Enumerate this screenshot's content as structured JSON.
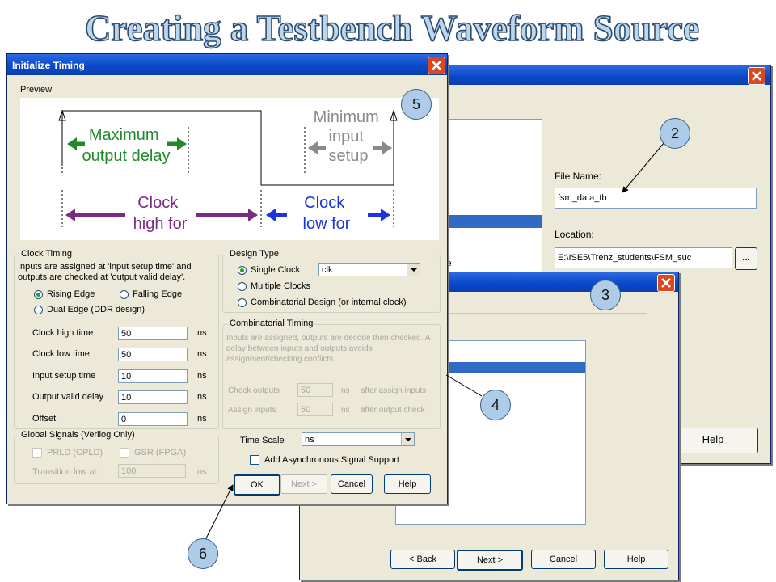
{
  "slide_title": "Creating a Testbench Waveform Source",
  "callouts": [
    "2",
    "3",
    "4",
    "5",
    "6"
  ],
  "back_window": {
    "file_name_label": "File Name:",
    "file_name_value": "fsm_data_tb",
    "location_label": "Location:",
    "location_value": "E:\\ISE5\\Trenz_students\\FSM_suc",
    "browse_label": "...",
    "list_fragment": "le",
    "help_label": "Help"
  },
  "middle_window": {
    "back_label": "< Back",
    "next_label": "Next >",
    "cancel_label": "Cancel",
    "help_label": "Help"
  },
  "init_timing": {
    "title": "Initialize Timing",
    "preview_label": "Preview",
    "preview": {
      "max_output_delay": "Maximum\noutput delay",
      "min_input_setup": "Minimum\ninput\nsetup",
      "clock_high_for": "Clock\nhigh for",
      "clock_low_for": "Clock\nlow for"
    },
    "clock_timing": {
      "group_title": "Clock Timing",
      "description": "Inputs are assigned at 'input setup time' and outputs are checked at 'output valid delay'.",
      "rising_edge": "Rising Edge",
      "falling_edge": "Falling Edge",
      "dual_edge": "Dual Edge (DDR design)",
      "fields": [
        {
          "label": "Clock high time",
          "value": "50",
          "unit": "ns"
        },
        {
          "label": "Clock low time",
          "value": "50",
          "unit": "ns"
        },
        {
          "label": "Input setup time",
          "value": "10",
          "unit": "ns"
        },
        {
          "label": "Output valid delay",
          "value": "10",
          "unit": "ns"
        },
        {
          "label": "Offset",
          "value": "0",
          "unit": "ns"
        }
      ]
    },
    "global_signals": {
      "group_title": "Global Signals (Verilog Only)",
      "prld": "PRLD (CPLD)",
      "gsr": "GSR (FPGA)",
      "transition_label": "Transition low at:",
      "transition_value": "100",
      "transition_unit": "ns"
    },
    "design_type": {
      "group_title": "Design Type",
      "single_clock": "Single Clock",
      "clock_select": "clk",
      "multiple_clocks": "Multiple Clocks",
      "combinatorial": "Combinatorial Design (or internal clock)"
    },
    "combinatorial_timing": {
      "group_title": "Combinatorial Timing",
      "description": "Inputs are assigned, outputs are decode then checked.  A delay between inputs and outputs avoids assignment/checking conflicts.",
      "check_outputs_label": "Check outputs",
      "check_outputs_value": "50",
      "check_outputs_unit": "ns",
      "check_outputs_after": "after assign inputs",
      "assign_inputs_label": "Assign inputs",
      "assign_inputs_value": "50",
      "assign_inputs_unit": "ns",
      "assign_inputs_after": "after output check"
    },
    "time_scale_label": "Time Scale",
    "time_scale_value": "ns",
    "async_label": "Add Asynchronous Signal Support",
    "ok_label": "OK",
    "next_label": "Next >",
    "cancel_label": "Cancel",
    "help_label": "Help"
  },
  "colors": {
    "title_fill": "#bcd6ec",
    "title_stroke": "#2b4a70",
    "green_arrow": "#1f8a2a",
    "purple_arrow": "#7b2a83",
    "blue_arrow": "#1a34e0",
    "gray_arrow": "#8a8a8a"
  }
}
